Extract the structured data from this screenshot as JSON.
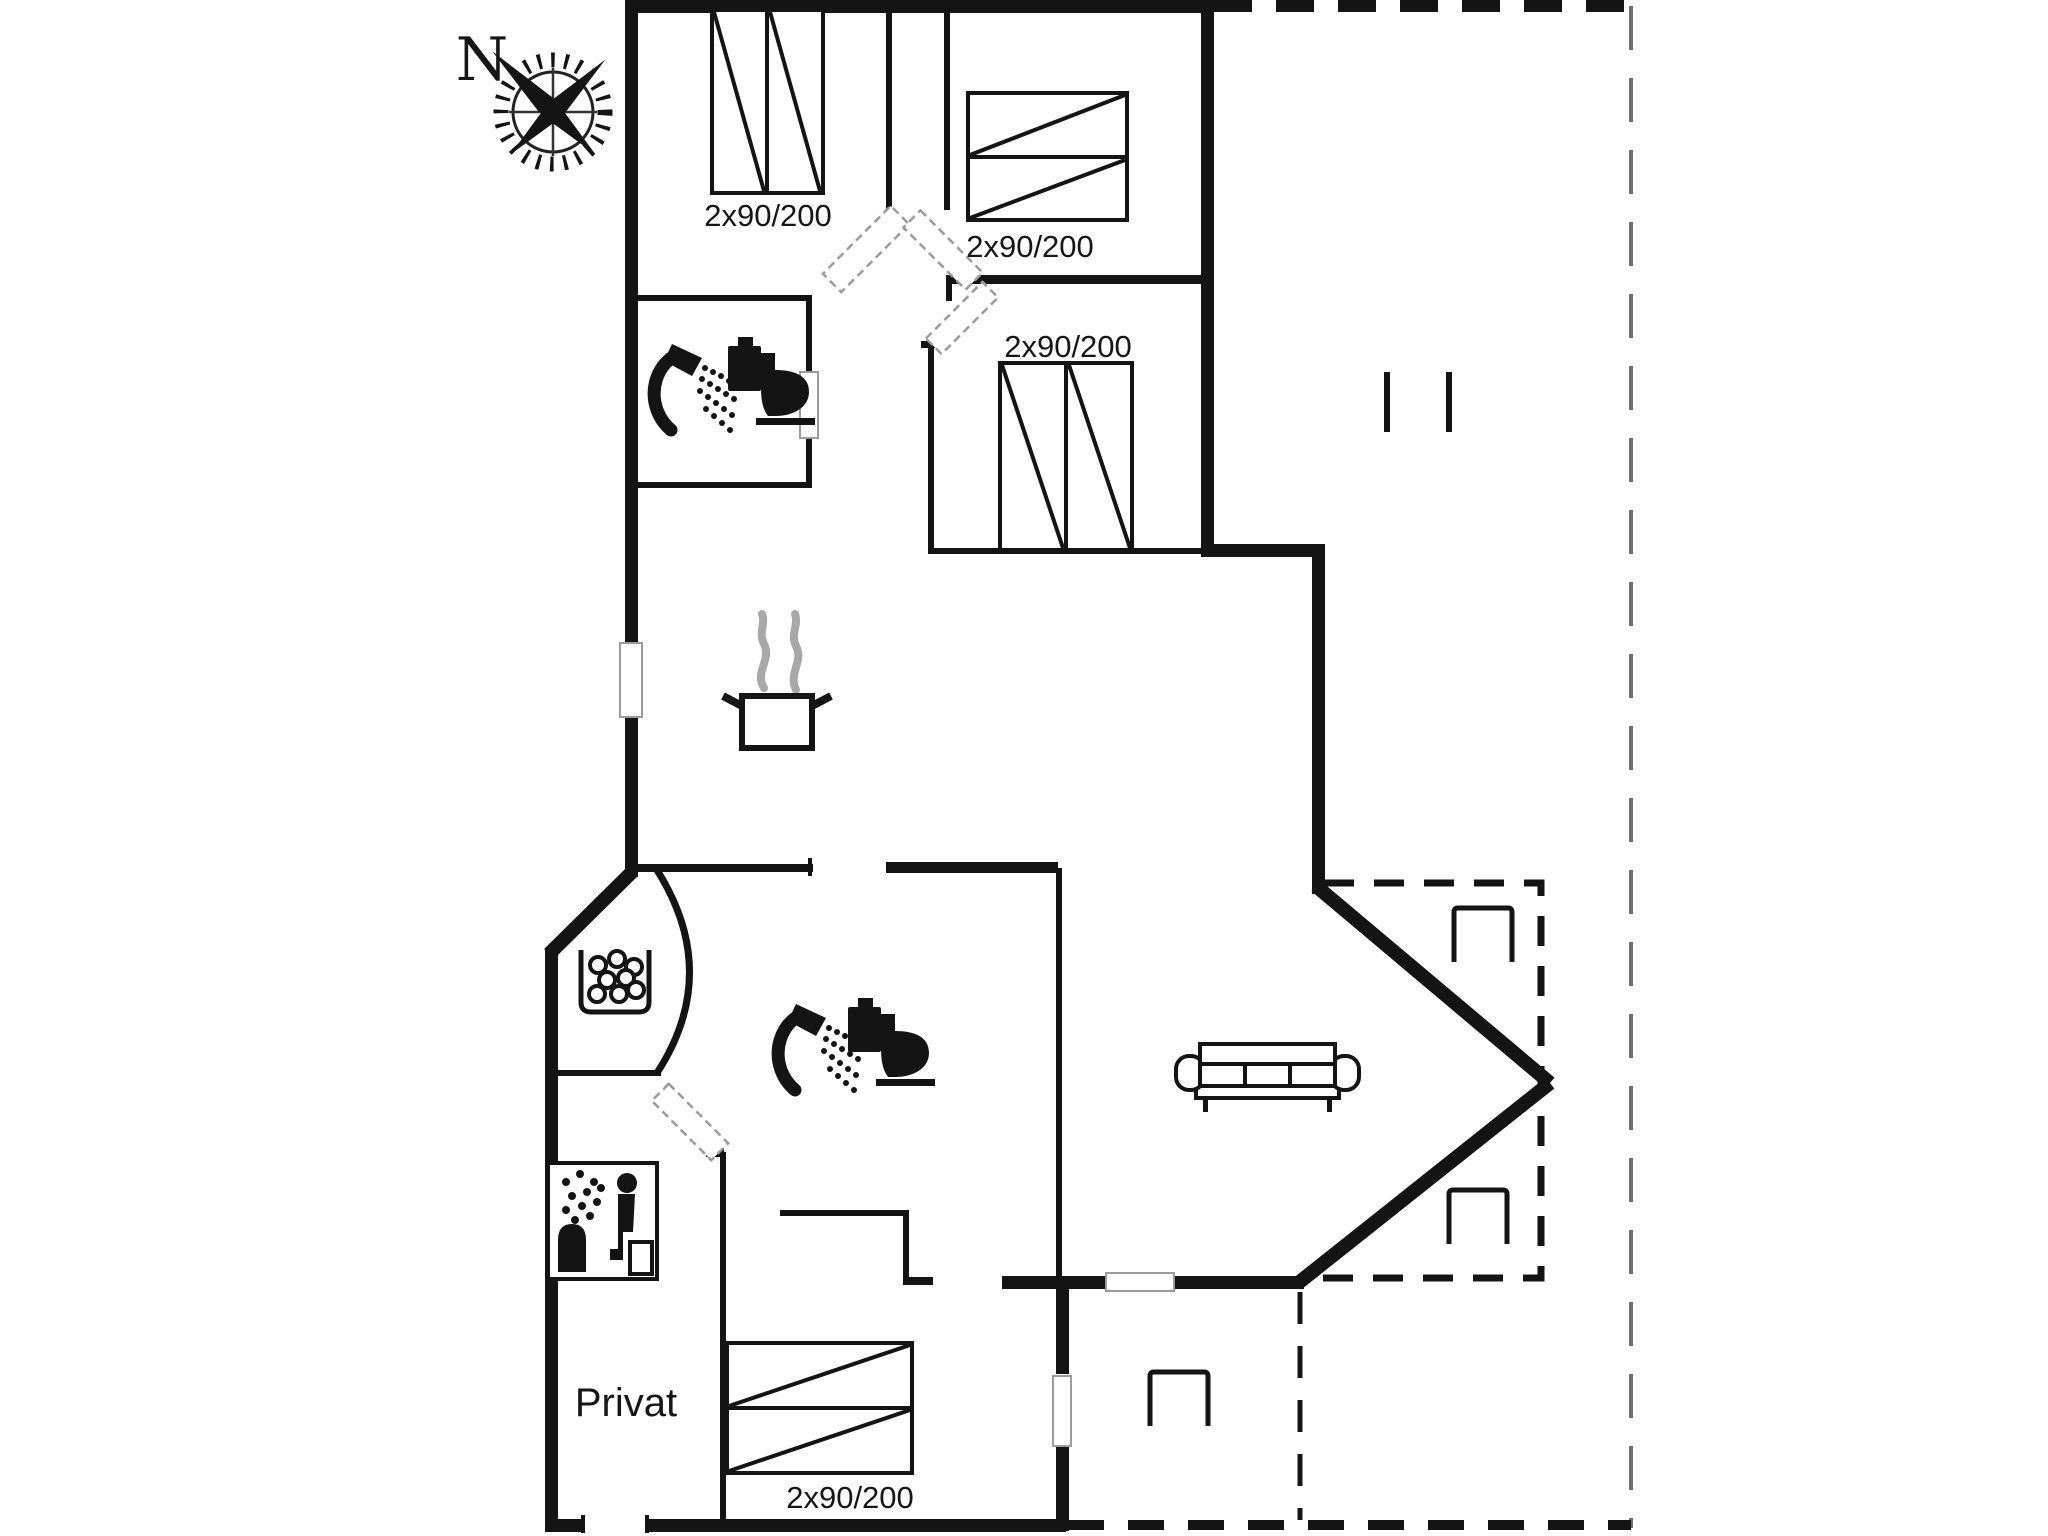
{
  "plan": {
    "compass_label": "N",
    "labels": {
      "bedroom1_bed": "2x90/200",
      "bedroom2_bed": "2x90/200",
      "bedroom3_bed": "2x90/200",
      "bedroom4_bed": "2x90/200",
      "private_room": "Privat"
    },
    "colors": {
      "wall": "#141414",
      "background": "#ffffff",
      "steam": "#a8a8a8",
      "boundary_dash": "#707070",
      "opening_outline": "#9b9b9b"
    },
    "icons": [
      "compass-rose-icon",
      "double-bed-icon",
      "shower-icon",
      "toilet-icon",
      "cooking-pot-icon",
      "steam-icon",
      "washing-machine-icon",
      "sauna-icon",
      "sofa-icon",
      "terrace-chair-icon",
      "door-swing-icon",
      "window-icon"
    ]
  }
}
